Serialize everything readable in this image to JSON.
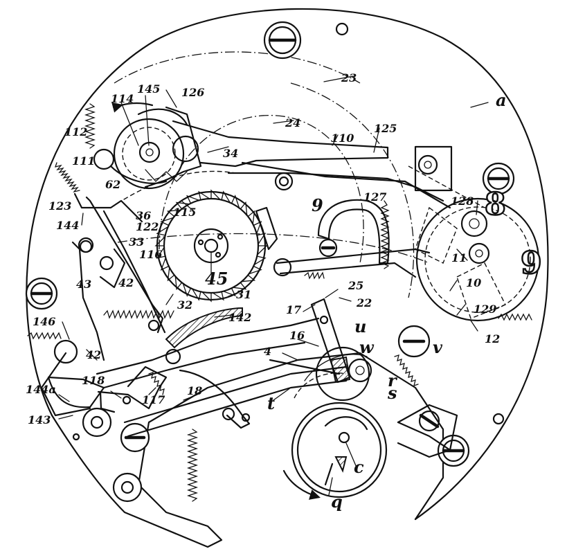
{
  "figure": {
    "labels": {
      "a": "a",
      "n23": "23",
      "n24": "24",
      "n145": "145",
      "n126": "126",
      "n114": "114",
      "n112": "112",
      "n111": "111",
      "n62": "62",
      "n34": "34",
      "n110": "110",
      "n125": "125",
      "n123": "123",
      "n144": "144",
      "n36": "36",
      "n122": "122",
      "n115": "115",
      "n33": "33",
      "n116": "116",
      "n42a": "42",
      "n43": "43",
      "n45": "45",
      "n31": "31",
      "n32": "32",
      "n142": "142",
      "n9": "9",
      "n127": "127",
      "n128": "128",
      "n11": "11",
      "n10": "10",
      "n129": "129",
      "n12": "12",
      "n25": "25",
      "n22": "22",
      "n17": "17",
      "n16": "16",
      "n4": "4",
      "u": "u",
      "w": "w",
      "v": "v",
      "r": "r",
      "s": "s",
      "t": "t",
      "n146": "146",
      "n42b": "42",
      "n144a": "144a",
      "n118": "118",
      "n117": "117",
      "n18": "18",
      "n143": "143",
      "c": "c",
      "q": "q"
    },
    "dial_numbers": {
      "eight": "8",
      "nine": "9"
    },
    "icons": [
      "screw-head-icon",
      "spring-icon",
      "ratchet-wheel-icon",
      "balance-wheel-icon",
      "arrow-icon"
    ]
  }
}
